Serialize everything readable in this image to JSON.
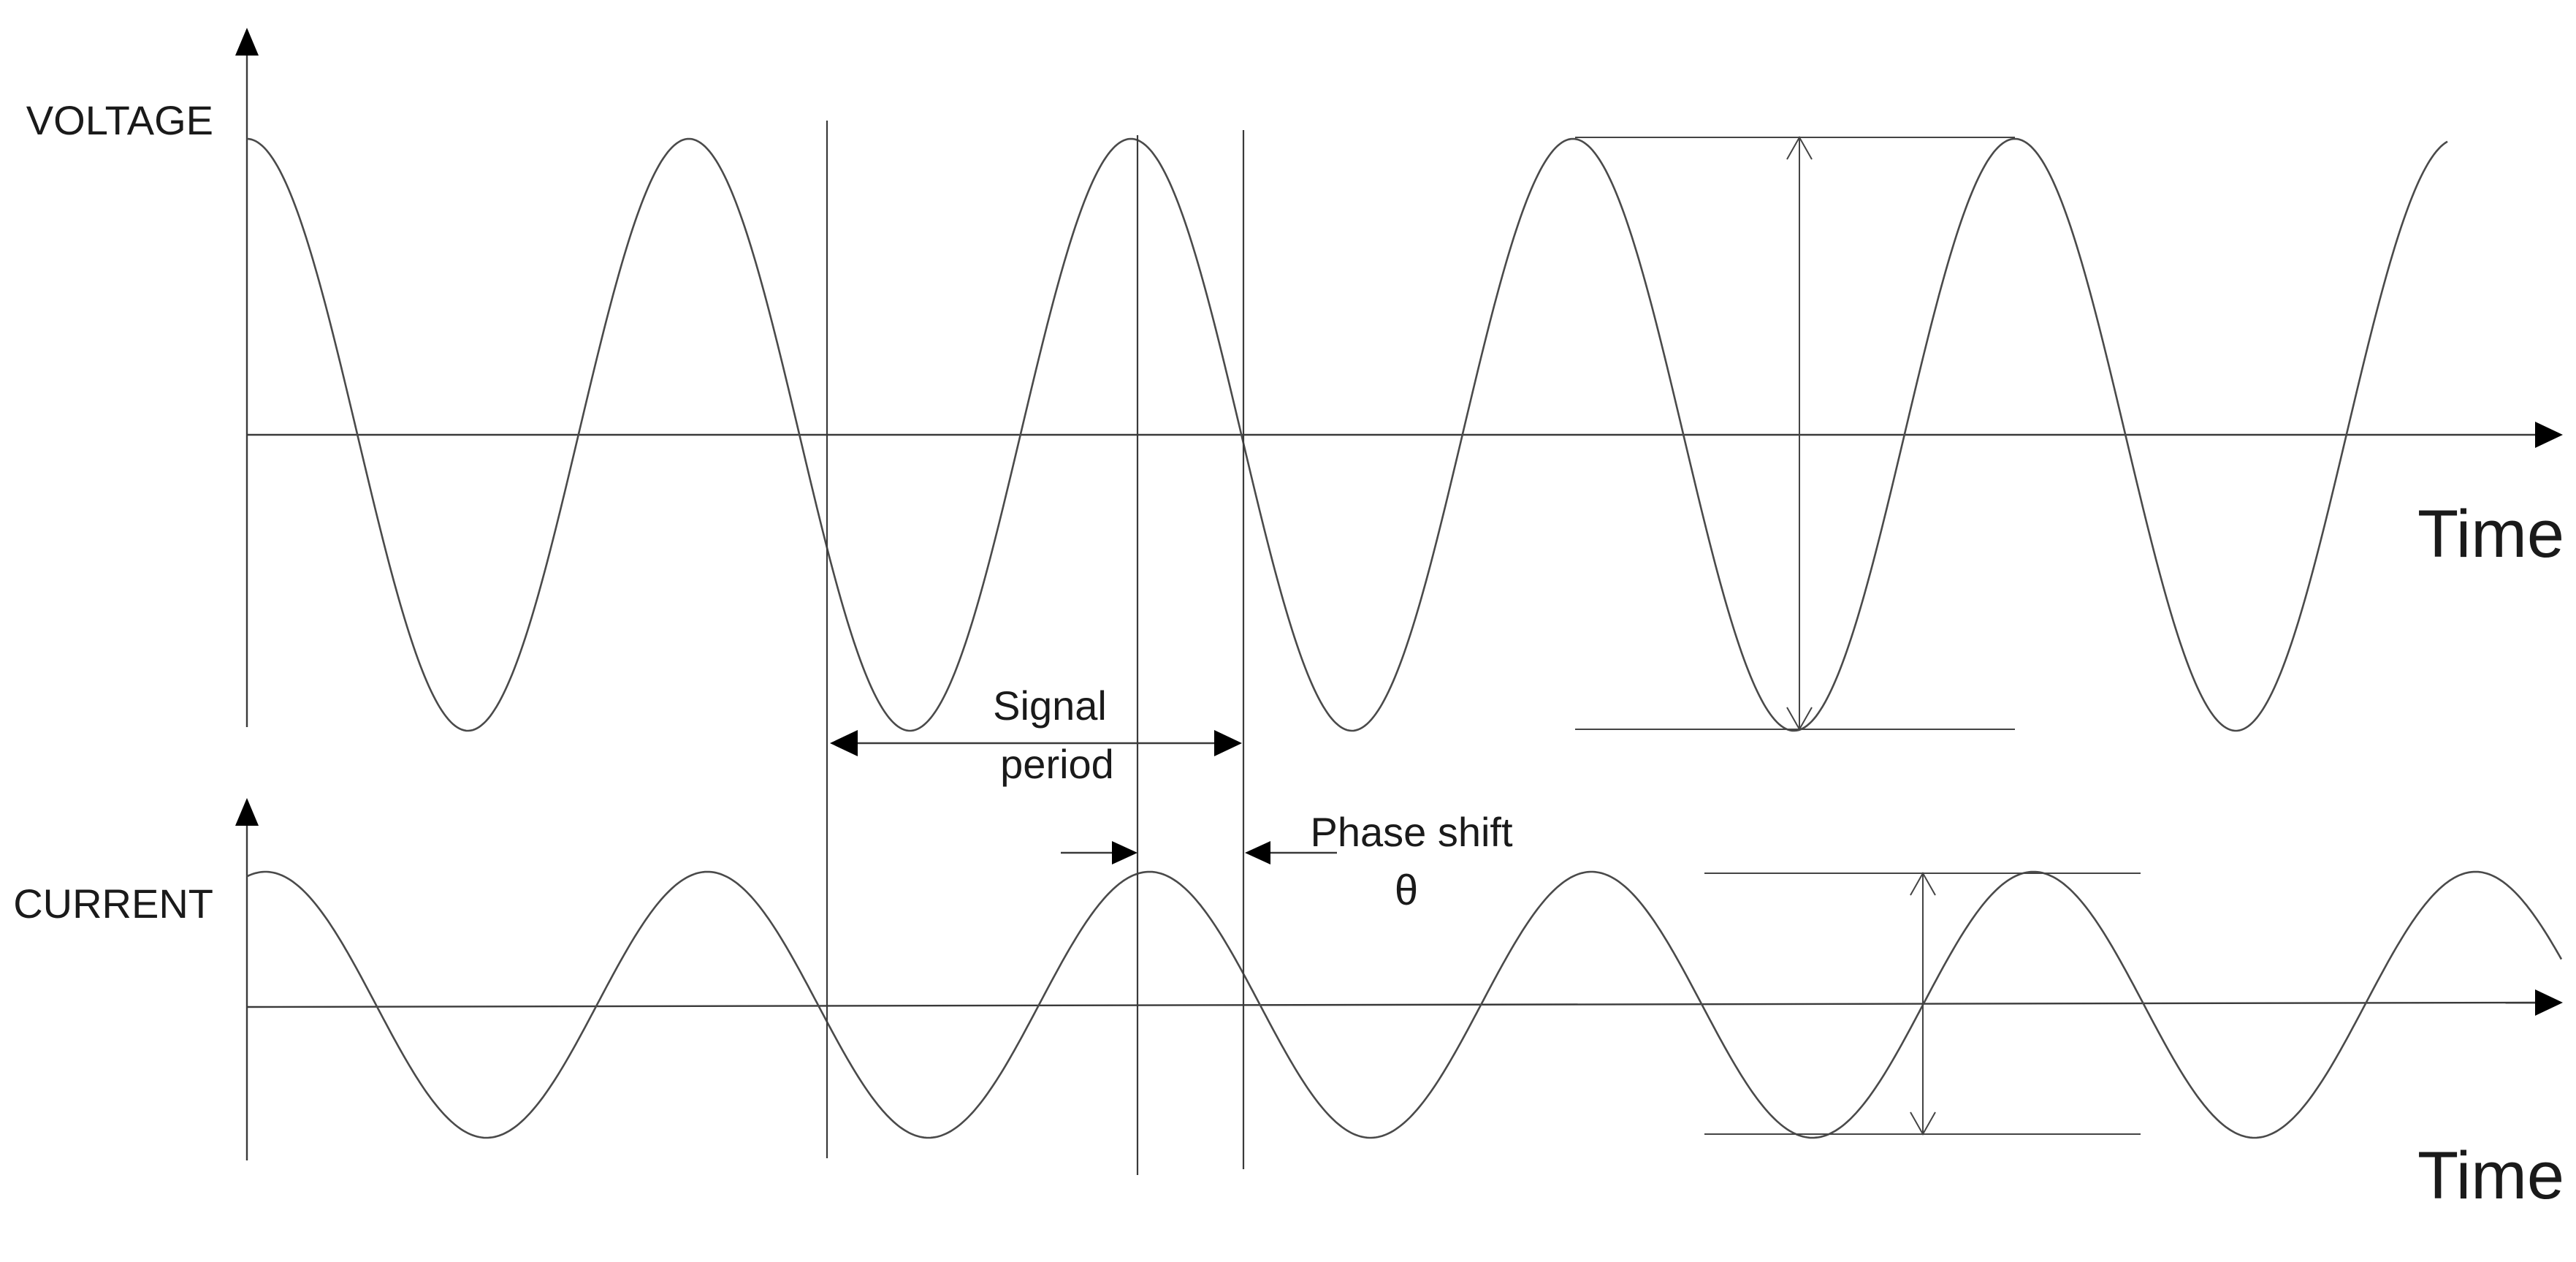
{
  "labels": {
    "voltage": "VOLTAGE",
    "current": "CURRENT",
    "time_top": "Time",
    "time_bottom": "Time",
    "signal_line1": "Signal",
    "signal_line2": "period",
    "phase_shift": "Phase shift",
    "theta": "θ"
  },
  "waves": {
    "voltage": {
      "amplitude": 1,
      "period": 1,
      "start_phase_deg": 90
    },
    "current": {
      "amplitude": 0.88,
      "period": 1,
      "phase_shift_deg": -85
    }
  },
  "colors": {
    "line": "#4a4a4a",
    "arrow": "#000000",
    "text": "#1a1a1a"
  }
}
